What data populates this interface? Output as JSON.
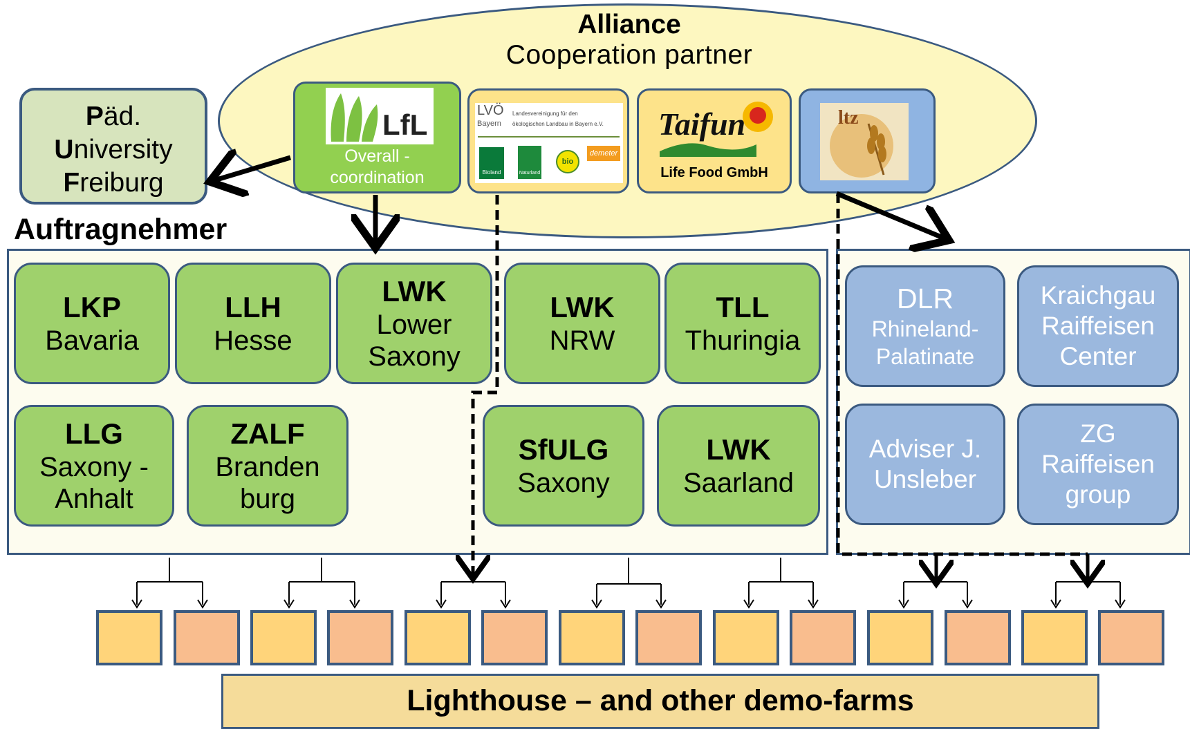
{
  "alliance": {
    "title": "Alliance",
    "subtitle": "Cooperation partner",
    "partners": {
      "lfl": {
        "logo_text": "LfL",
        "caption_line1": "Overall -",
        "caption_line2": "coordination"
      },
      "lvo": {
        "logo_text": "LVÖ",
        "logo_sub": "Bayern",
        "description_line1": "Landesvereinigung für den",
        "description_line2": "ökologischen Landbau in Bayern e.V.",
        "badges": [
          "Bioland",
          "Naturland",
          "bio",
          "demeter"
        ]
      },
      "taifun": {
        "logo_text": "Taifun",
        "caption": "Life Food GmbH"
      },
      "ltz": {
        "logo_text": "ltz"
      }
    }
  },
  "pad_university": {
    "line1_initial": "P",
    "line1_rest": "äd.",
    "line2_initial": "U",
    "line2_rest": "niversity",
    "line3_initial": "F",
    "line3_rest": "reiburg"
  },
  "contractors": {
    "heading": "Auftragnehmer",
    "cards": [
      {
        "abbr": "LKP",
        "line1": "Bavaria",
        "line2": ""
      },
      {
        "abbr": "LLH",
        "line1": "Hesse",
        "line2": ""
      },
      {
        "abbr": "LWK",
        "line1": "Lower",
        "line2": "Saxony"
      },
      {
        "abbr": "LWK",
        "line1": "NRW",
        "line2": ""
      },
      {
        "abbr": "TLL",
        "line1": "Thuringia",
        "line2": ""
      },
      {
        "abbr": "LLG",
        "line1": "Saxony -",
        "line2": "Anhalt"
      },
      {
        "abbr": "ZALF",
        "line1": "Branden",
        "line2": "burg"
      },
      {
        "abbr": "SfULG",
        "line1": "Saxony",
        "line2": ""
      },
      {
        "abbr": "LWK",
        "line1": "Saarland",
        "line2": ""
      }
    ]
  },
  "advisors": {
    "cards": [
      {
        "line1": "DLR",
        "line2": "Rhineland-",
        "line3": "Palatinate"
      },
      {
        "line1": "Kraichgau",
        "line2": "Raiffeisen",
        "line3": "Center"
      },
      {
        "line1": "Adviser J.",
        "line2": "Unsleber",
        "line3": ""
      },
      {
        "line1": "ZG",
        "line2": "Raiffeisen",
        "line3": "group"
      }
    ]
  },
  "farms_banner": "Lighthouse – and other demo-farms",
  "colors": {
    "border": "#3b5a80",
    "alliance_fill": "#fdf7c0",
    "green_card": "#9fd16c",
    "blue_card": "#9bb8de",
    "farm_yellow": "#ffd47a",
    "farm_orange": "#f9bd8e",
    "banner": "#f5dc9a"
  }
}
